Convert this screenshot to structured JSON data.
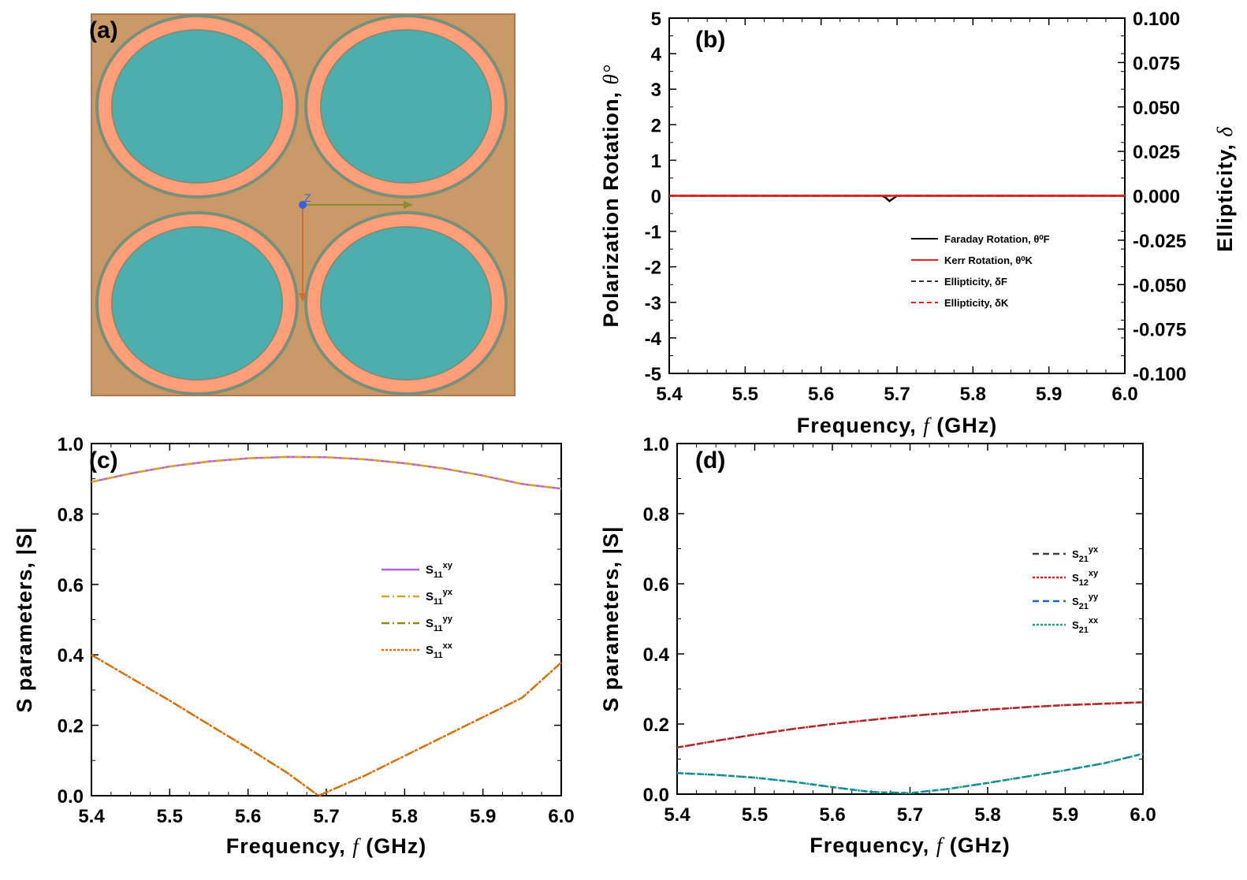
{
  "panels": {
    "a": {
      "label": "(a)",
      "axis_marker": "Z",
      "colors": {
        "substrate": "#c99a68",
        "ring": "#ff9e78",
        "disk": "#4eaeae",
        "outline": "#7a8f7a"
      }
    },
    "b": {
      "label": "(b)"
    },
    "c": {
      "label": "(c)"
    },
    "d": {
      "label": "(d)"
    }
  },
  "chart_data": [
    {
      "id": "b",
      "type": "line",
      "xlabel": "Frequency, f (GHz)",
      "ylabel": "Polarization Rotation, θ°",
      "y2label": "Ellipticity, δ",
      "xlim": [
        5.4,
        6.0
      ],
      "ylim": [
        -5,
        5
      ],
      "y2lim": [
        -0.1,
        0.1
      ],
      "x_ticks": [
        "5.4",
        "5.5",
        "5.6",
        "5.7",
        "5.8",
        "5.9",
        "6.0"
      ],
      "y_ticks": [
        "5",
        "4",
        "3",
        "2",
        "1",
        "0",
        "-1",
        "-2",
        "-3",
        "-4",
        "-5"
      ],
      "y2_ticks": [
        "0.100",
        "0.075",
        "0.050",
        "0.025",
        "0.000",
        "-0.025",
        "-0.050",
        "-0.075",
        "-0.100"
      ],
      "legend_position": "bottom-right",
      "series": [
        {
          "name": "Faraday Rotation, θ⁰F",
          "axis": "left",
          "style": "solid",
          "color": "#000000",
          "x": [
            5.4,
            5.68,
            5.685,
            5.69,
            5.7,
            6.0
          ],
          "y": [
            0,
            0,
            -0.05,
            -0.15,
            0,
            0
          ]
        },
        {
          "name": "Kerr Rotation, θ⁰K",
          "axis": "left",
          "style": "solid",
          "color": "#e8201a",
          "x": [
            5.4,
            6.0
          ],
          "y": [
            0,
            0
          ]
        },
        {
          "name": "Ellipticity, δF",
          "axis": "right",
          "style": "dashed",
          "color": "#333333",
          "x": [
            5.4,
            6.0
          ],
          "y": [
            0,
            0
          ]
        },
        {
          "name": "Ellipticity, δK",
          "axis": "right",
          "style": "dashed",
          "color": "#e8201a",
          "x": [
            5.4,
            6.0
          ],
          "y": [
            0,
            0
          ]
        }
      ]
    },
    {
      "id": "c",
      "type": "line",
      "xlabel": "Frequency, f (GHz)",
      "ylabel": "S parameters, |S|",
      "xlim": [
        5.4,
        6.0
      ],
      "ylim": [
        0,
        1
      ],
      "x_ticks": [
        "5.4",
        "5.5",
        "5.6",
        "5.7",
        "5.8",
        "5.9",
        "6.0"
      ],
      "y_ticks": [
        "1.0",
        "0.8",
        "0.6",
        "0.4",
        "0.2",
        "0.0"
      ],
      "legend_position": "center-right",
      "series": [
        {
          "name": "S11xy",
          "sub": "11",
          "sup": "xy",
          "style": "solid",
          "color": "#b065e0",
          "x": [
            5.4,
            5.45,
            5.5,
            5.55,
            5.6,
            5.65,
            5.7,
            5.75,
            5.8,
            5.85,
            5.9,
            5.95,
            6.0
          ],
          "y": [
            0.891,
            0.915,
            0.935,
            0.949,
            0.958,
            0.962,
            0.961,
            0.955,
            0.944,
            0.929,
            0.909,
            0.885,
            0.872
          ]
        },
        {
          "name": "S11yx",
          "sub": "11",
          "sup": "yx",
          "style": "dashdot",
          "color": "#d9a22a",
          "x": [
            5.4,
            5.45,
            5.5,
            5.55,
            5.6,
            5.65,
            5.7,
            5.75,
            5.8,
            5.85,
            5.9,
            5.95,
            6.0
          ],
          "y": [
            0.891,
            0.915,
            0.935,
            0.949,
            0.958,
            0.962,
            0.961,
            0.955,
            0.944,
            0.929,
            0.909,
            0.885,
            0.872
          ]
        },
        {
          "name": "S11yy",
          "sub": "11",
          "sup": "yy",
          "style": "dashdot",
          "color": "#8f8a10",
          "x": [
            5.4,
            5.45,
            5.5,
            5.55,
            5.6,
            5.65,
            5.69,
            5.75,
            5.8,
            5.85,
            5.9,
            5.95,
            6.0
          ],
          "y": [
            0.4,
            0.335,
            0.27,
            0.202,
            0.135,
            0.065,
            0.0,
            0.058,
            0.113,
            0.168,
            0.223,
            0.278,
            0.378
          ]
        },
        {
          "name": "S11xx",
          "sub": "11",
          "sup": "xx",
          "style": "dotted",
          "color": "#f06a10",
          "x": [
            5.4,
            5.45,
            5.5,
            5.55,
            5.6,
            5.65,
            5.69,
            5.75,
            5.8,
            5.85,
            5.9,
            5.95,
            6.0
          ],
          "y": [
            0.4,
            0.335,
            0.27,
            0.202,
            0.135,
            0.065,
            0.0,
            0.058,
            0.113,
            0.168,
            0.223,
            0.278,
            0.378
          ]
        }
      ]
    },
    {
      "id": "d",
      "type": "line",
      "xlabel": "Frequency, f (GHz)",
      "ylabel": "S parameters, |S|",
      "xlim": [
        5.4,
        6.0
      ],
      "ylim": [
        0,
        1
      ],
      "x_ticks": [
        "5.4",
        "5.5",
        "5.6",
        "5.7",
        "5.8",
        "5.9",
        "6.0"
      ],
      "y_ticks": [
        "1.0",
        "0.8",
        "0.6",
        "0.4",
        "0.2",
        "0.0"
      ],
      "legend_position": "top-right",
      "series": [
        {
          "name": "S21yx",
          "sub": "21",
          "sup": "yx",
          "style": "dashed",
          "color": "#404040",
          "x": [
            5.4,
            5.45,
            5.5,
            5.55,
            5.6,
            5.65,
            5.7,
            5.75,
            5.8,
            5.85,
            5.9,
            5.95,
            6.0
          ],
          "y": [
            0.133,
            0.152,
            0.17,
            0.186,
            0.2,
            0.212,
            0.223,
            0.232,
            0.241,
            0.248,
            0.254,
            0.258,
            0.262
          ]
        },
        {
          "name": "S12xy",
          "sub": "12",
          "sup": "xy",
          "style": "dotted",
          "color": "#e82020",
          "x": [
            5.4,
            5.45,
            5.5,
            5.55,
            5.6,
            5.65,
            5.7,
            5.75,
            5.8,
            5.85,
            5.9,
            5.95,
            6.0
          ],
          "y": [
            0.133,
            0.152,
            0.17,
            0.186,
            0.2,
            0.212,
            0.223,
            0.232,
            0.241,
            0.248,
            0.254,
            0.258,
            0.262
          ]
        },
        {
          "name": "S21yy",
          "sub": "21",
          "sup": "yy",
          "style": "dashed",
          "color": "#1f5fd0",
          "x": [
            5.4,
            5.45,
            5.5,
            5.55,
            5.6,
            5.65,
            5.7,
            5.75,
            5.8,
            5.85,
            5.9,
            5.95,
            6.0
          ],
          "y": [
            0.06,
            0.055,
            0.047,
            0.035,
            0.02,
            0.006,
            0.003,
            0.015,
            0.032,
            0.05,
            0.068,
            0.088,
            0.115
          ]
        },
        {
          "name": "S21xx",
          "sub": "21",
          "sup": "xx",
          "style": "dotted",
          "color": "#1aa878",
          "x": [
            5.4,
            5.45,
            5.5,
            5.55,
            5.6,
            5.65,
            5.7,
            5.75,
            5.8,
            5.85,
            5.9,
            5.95,
            6.0
          ],
          "y": [
            0.06,
            0.055,
            0.047,
            0.035,
            0.02,
            0.006,
            0.003,
            0.015,
            0.032,
            0.05,
            0.068,
            0.088,
            0.115
          ]
        }
      ]
    }
  ]
}
